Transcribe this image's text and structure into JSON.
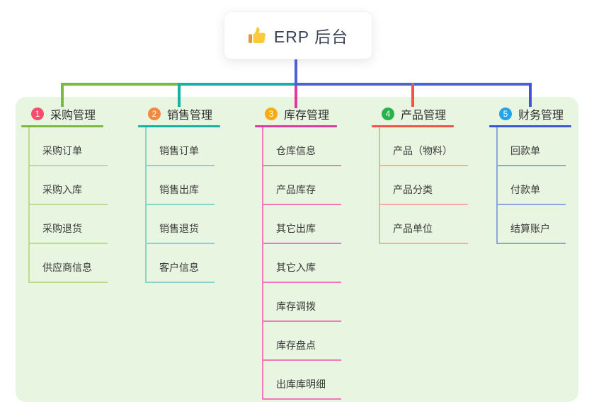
{
  "root": {
    "label": "ERP 后台",
    "icon": "thumbs-up-icon",
    "icon_hand_color": "#fcc93c",
    "icon_sleeve_color": "#e2973a"
  },
  "colors": {
    "panel_bg": "#e8f5e1",
    "root_line": "#4a62d8"
  },
  "branches": [
    {
      "index": "1",
      "title": "采购管理",
      "badge_color": "#f54d6d",
      "line_color": "#7cb93e",
      "child_line_color": "#b9dc92",
      "children": [
        "采购订单",
        "采购入库",
        "采购退货",
        "供应商信息"
      ]
    },
    {
      "index": "2",
      "title": "销售管理",
      "badge_color": "#f7883b",
      "line_color": "#13b2a1",
      "child_line_color": "#85d5cb",
      "children": [
        "销售订单",
        "销售出库",
        "销售退货",
        "客户信息"
      ]
    },
    {
      "index": "3",
      "title": "库存管理",
      "badge_color": "#f9ab10",
      "line_color": "#e03a9c",
      "child_line_color": "#f276bc",
      "children": [
        "仓库信息",
        "产品库存",
        "其它出库",
        "其它入库",
        "库存调拨",
        "库存盘点",
        "出库库明细"
      ]
    },
    {
      "index": "4",
      "title": "产品管理",
      "badge_color": "#28b24c",
      "line_color": "#f2534c",
      "child_line_color": "#f8aaa3",
      "children": [
        "产品（物料）",
        "产品分类",
        "产品单位"
      ]
    },
    {
      "index": "5",
      "title": "财务管理",
      "badge_color": "#29a2e5",
      "line_color": "#3b57d6",
      "child_line_color": "#8fa5de",
      "children": [
        "回款单",
        "付款单",
        "结算账户"
      ]
    }
  ]
}
